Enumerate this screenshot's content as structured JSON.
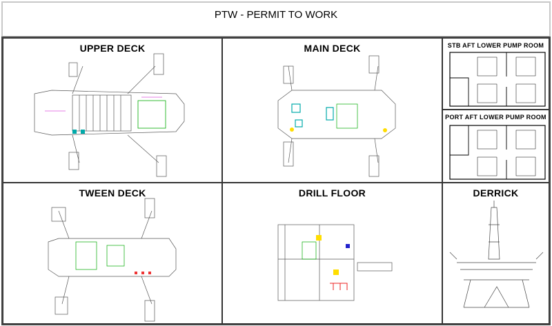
{
  "header": {
    "title": "PTW - PERMIT TO WORK"
  },
  "areas": [
    {
      "label": "UPPER DECK"
    },
    {
      "label": "MAIN DECK"
    },
    {
      "label": "STB AFT LOWER PUMP ROOM"
    },
    {
      "label": "PORT AFT LOWER PUMP ROOM"
    },
    {
      "label": "TWEEN DECK"
    },
    {
      "label": "DRILL FLOOR"
    },
    {
      "label": "DERRICK"
    }
  ]
}
